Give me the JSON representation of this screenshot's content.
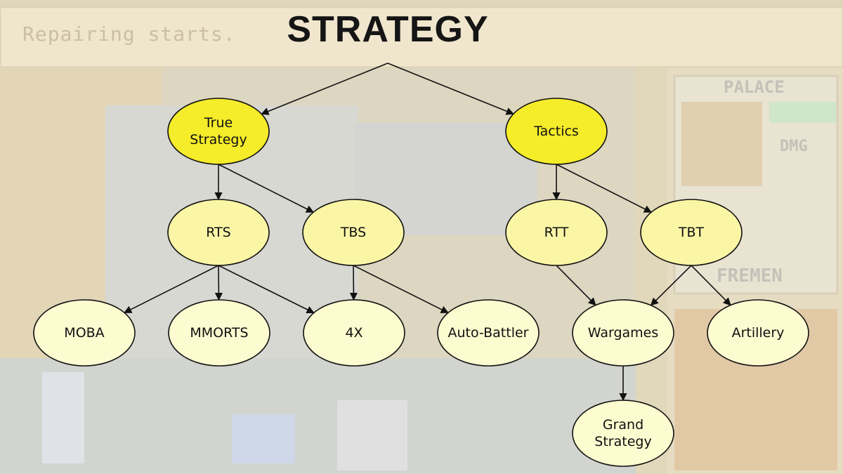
{
  "title": "STRATEGY",
  "background": {
    "status_text": "Repairing starts.",
    "panel_title": "PALACE",
    "panel_dmg": "DMG",
    "panel_unit": "FREMEN"
  },
  "colors": {
    "root_fill": "#f5ec2a",
    "node_fill": "#fbf6a6",
    "leaf_fill": "#fdfbd0",
    "edge": "#111111",
    "page_bg": "#ece3c9"
  },
  "nodes": [
    {
      "id": "true-strategy",
      "lines": [
        "True",
        "Strategy"
      ],
      "level": "root"
    },
    {
      "id": "tactics",
      "lines": [
        "Tactics"
      ],
      "level": "root"
    },
    {
      "id": "rts",
      "lines": [
        "RTS"
      ],
      "level": "mid"
    },
    {
      "id": "tbs",
      "lines": [
        "TBS"
      ],
      "level": "mid"
    },
    {
      "id": "rtt",
      "lines": [
        "RTT"
      ],
      "level": "mid"
    },
    {
      "id": "tbt",
      "lines": [
        "TBT"
      ],
      "level": "mid"
    },
    {
      "id": "moba",
      "lines": [
        "MOBA"
      ],
      "level": "leaf"
    },
    {
      "id": "mmorts",
      "lines": [
        "MMORTS"
      ],
      "level": "leaf"
    },
    {
      "id": "4x",
      "lines": [
        "4X"
      ],
      "level": "leaf"
    },
    {
      "id": "auto-battler",
      "lines": [
        "Auto-Battler"
      ],
      "level": "leaf"
    },
    {
      "id": "wargames",
      "lines": [
        "Wargames"
      ],
      "level": "leaf"
    },
    {
      "id": "artillery",
      "lines": [
        "Artillery"
      ],
      "level": "leaf"
    },
    {
      "id": "grand-strategy",
      "lines": [
        "Grand",
        "Strategy"
      ],
      "level": "leaf"
    }
  ],
  "edges": [
    {
      "from": "title",
      "to": "true-strategy"
    },
    {
      "from": "title",
      "to": "tactics"
    },
    {
      "from": "true-strategy",
      "to": "rts"
    },
    {
      "from": "true-strategy",
      "to": "tbs"
    },
    {
      "from": "tactics",
      "to": "rtt"
    },
    {
      "from": "tactics",
      "to": "tbt"
    },
    {
      "from": "rts",
      "to": "moba"
    },
    {
      "from": "rts",
      "to": "mmorts"
    },
    {
      "from": "rts",
      "to": "4x"
    },
    {
      "from": "tbs",
      "to": "4x"
    },
    {
      "from": "tbs",
      "to": "auto-battler"
    },
    {
      "from": "rtt",
      "to": "wargames"
    },
    {
      "from": "tbt",
      "to": "wargames"
    },
    {
      "from": "tbt",
      "to": "artillery"
    },
    {
      "from": "wargames",
      "to": "grand-strategy"
    }
  ]
}
